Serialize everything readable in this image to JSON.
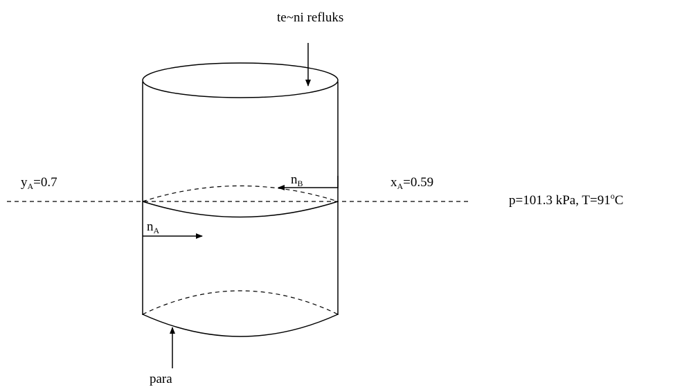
{
  "labels": {
    "top_reflux": "te~ni refluks",
    "bottom_vapor": "para",
    "vapor_fraction": {
      "var": "y",
      "sub": "A",
      "value": "=0.7"
    },
    "liquid_fraction": {
      "var": "x",
      "sub": "A",
      "value": "=0.59"
    },
    "flux_b": {
      "var": "n",
      "sub": "B"
    },
    "flux_a": {
      "var": "n",
      "sub": "A"
    },
    "conditions": {
      "prefix": "p=101.3 kPa, T=91",
      "degree": "o",
      "unit": "C"
    }
  },
  "colors": {
    "line": "#000000",
    "background": "#ffffff"
  }
}
